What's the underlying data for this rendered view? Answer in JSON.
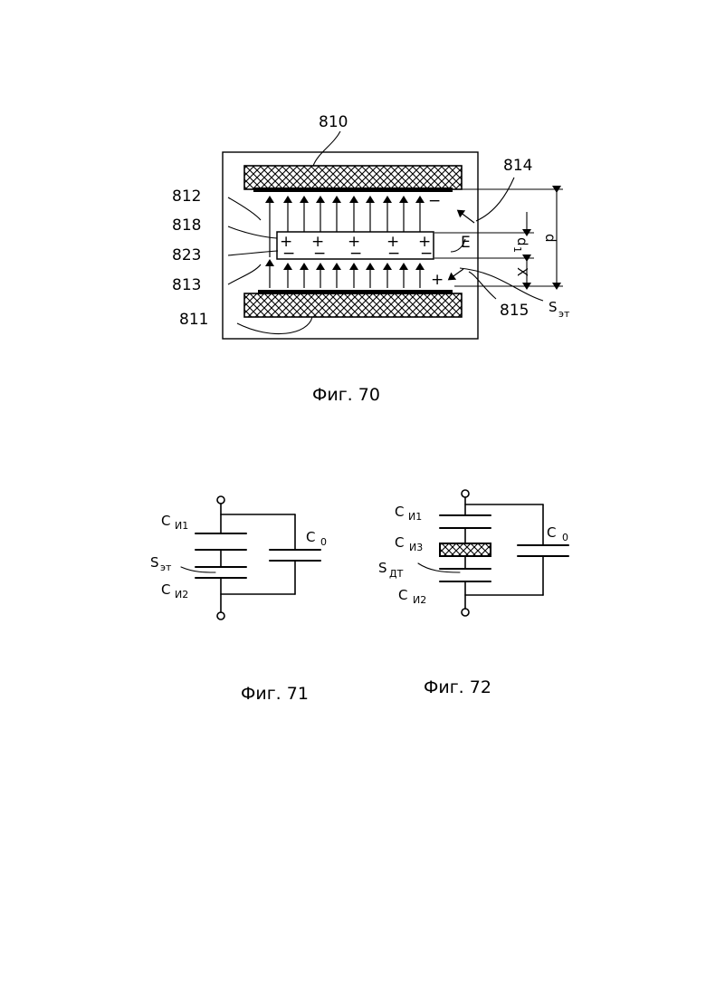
{
  "fig70": {
    "caption": "Фиг. 70",
    "labels": {
      "l810": "810",
      "l811": "811",
      "l812": "812",
      "l813": "813",
      "l814": "814",
      "l815": "815",
      "l818": "818",
      "l823": "823"
    },
    "field_letter": "E",
    "d1_main": "d",
    "d1_sub": "1",
    "d_label": "d",
    "x_label": "X",
    "s_main": "S",
    "s_sub": "эт",
    "plus": "+",
    "minus": "−"
  },
  "fig71": {
    "caption": "Фиг. 71",
    "ci1_main": "C",
    "ci1_sub": "И1",
    "ci2_main": "C",
    "ci2_sub": "И2",
    "c0_main": "C",
    "c0_sub": "0",
    "s_main": "S",
    "s_sub": "эт"
  },
  "fig72": {
    "caption": "Фиг. 72",
    "ci1_main": "C",
    "ci1_sub": "И1",
    "ci3_main": "C",
    "ci3_sub": "И3",
    "ci2_main": "C",
    "ci2_sub": "И2",
    "c0_main": "C",
    "c0_sub": "0",
    "s_main": "S",
    "s_sub": "ДТ"
  }
}
